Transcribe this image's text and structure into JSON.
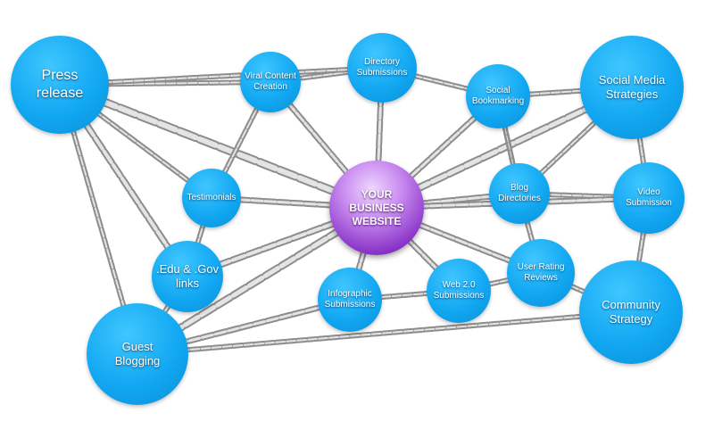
{
  "center": {
    "label": "YOUR\nBUSINESS\nWEBSITE"
  },
  "nodes": {
    "press_release": "Press\nrelease",
    "viral_content": "Viral  Content\nCreation",
    "directory_submissions": "Directory\nSubmissions",
    "social_bookmarking": "Social\nBookmarking",
    "social_media": "Social Media\nStrategies",
    "testimonials": "Testimonials",
    "blog_directories": "Blog\nDirectories",
    "video_submission": "Video\nSubmission",
    "edu_gov": ".Edu & .Gov\nlinks",
    "user_rating": "User Rating\nReviews",
    "infographic": "Infographic\nSubmissions",
    "web20": "Web 2.0\nSubmissions",
    "community": "Community\nStrategy",
    "guest_blogging": "Guest\nBlogging"
  },
  "colors": {
    "node": "#12a8f2",
    "center": "#8a35c8",
    "chain": "#a9a9a9"
  }
}
